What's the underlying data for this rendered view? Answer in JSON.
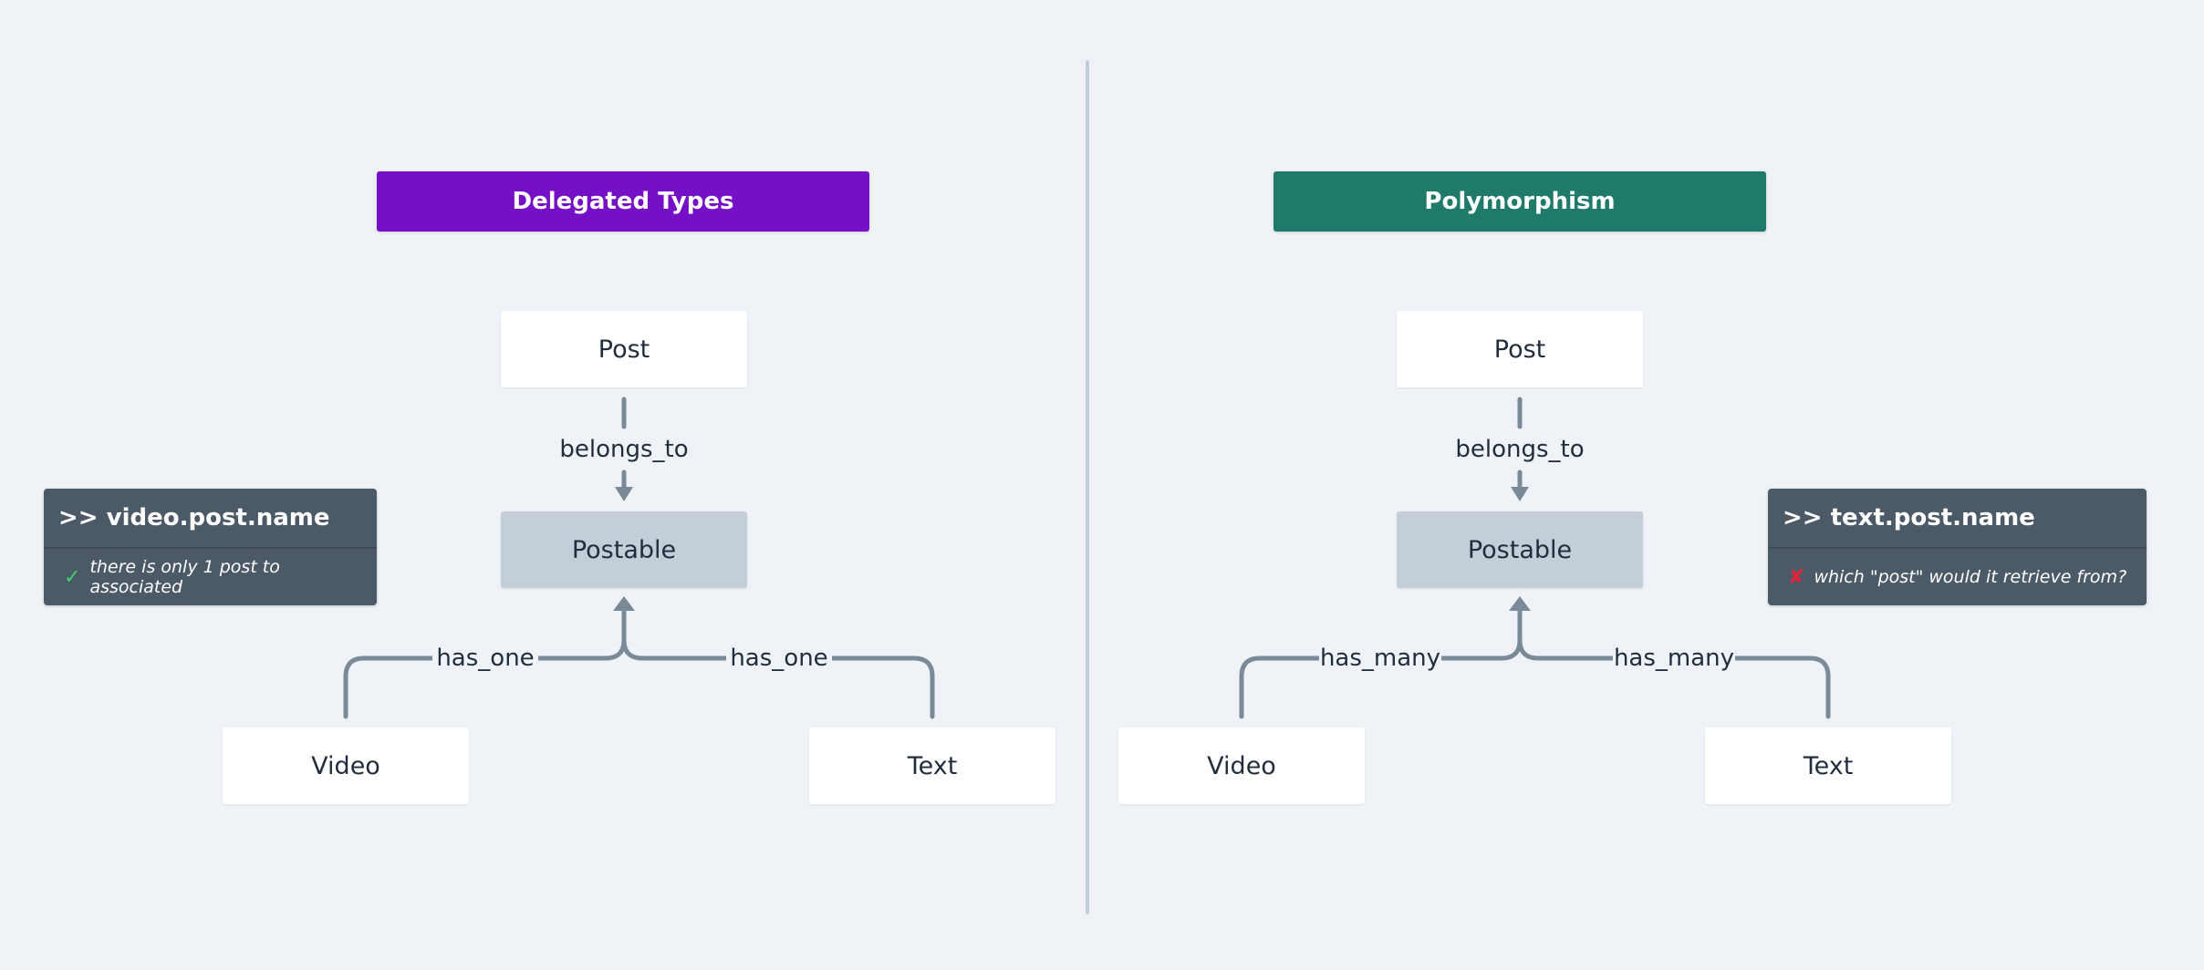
{
  "left": {
    "title": "Delegated Types",
    "title_color": "#7510c6",
    "post": "Post",
    "belongs": "belongs_to",
    "postable": "Postable",
    "rel_left": "has_one",
    "rel_right": "has_one",
    "video": "Video",
    "text": "Text",
    "note": {
      "head": ">> video.post.name",
      "mark": "✓",
      "mark_color": "#3ecf6e",
      "mark_icon": "check-icon",
      "body": "there is only 1 post to associated"
    }
  },
  "right": {
    "title": "Polymorphism",
    "title_color": "#1f7a6a",
    "post": "Post",
    "belongs": "belongs_to",
    "postable": "Postable",
    "rel_left": "has_many",
    "rel_right": "has_many",
    "video": "Video",
    "text": "Text",
    "note": {
      "head": ">> text.post.name",
      "mark": "✘",
      "mark_color": "#e0243a",
      "mark_icon": "cross-icon",
      "body": "which \"post\" would it retrieve from?"
    }
  },
  "colors": {
    "background": "#eff3f7",
    "node": "#ffffff",
    "node_shaded": "#c4ced9",
    "note": "#4c5a68",
    "connector": "#7b8a98",
    "divider": "#c3cdd7"
  }
}
